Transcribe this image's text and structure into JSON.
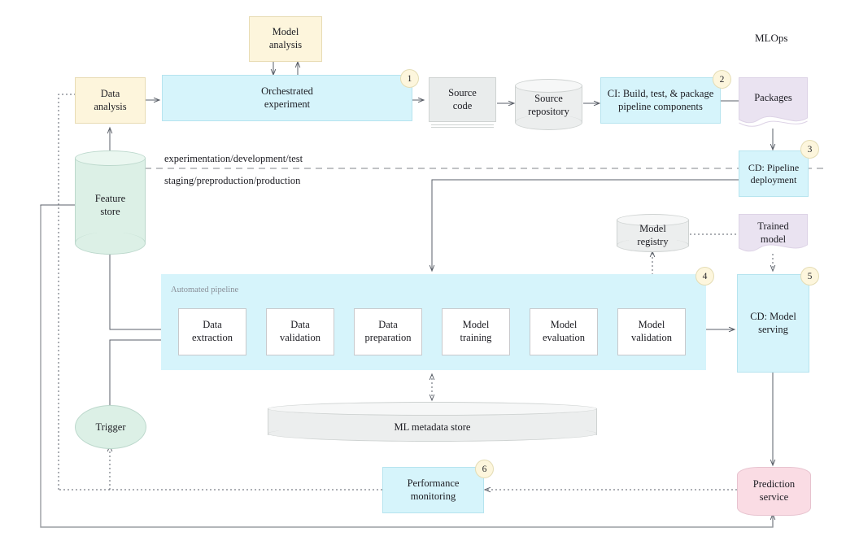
{
  "diagram": {
    "title": "MLOps",
    "swimlanes": [
      {
        "label": "experimentation/development/test"
      },
      {
        "label": "staging/preproduction/production"
      }
    ],
    "pipeline_group_label": "Automated pipeline",
    "badges": [
      "1",
      "2",
      "3",
      "4",
      "5",
      "6"
    ],
    "colors": {
      "cyan": "#d6f4fb",
      "cream": "#fdf5dc",
      "lavender": "#eae3f1",
      "mint": "#dcf0e6",
      "pink": "#fadce4",
      "gray": "#e9ecec",
      "line": "#5a5f68",
      "badge": "#fdf6dd"
    },
    "nodes": {
      "data_analysis": "Data\nanalysis",
      "model_analysis": "Model\nanalysis",
      "orchestrated_experiment": "Orchestrated\nexperiment",
      "source_code": "Source\ncode",
      "source_repository": "Source\nrepository",
      "ci_build": "CI: Build, test, & package\npipeline components",
      "packages": "Packages",
      "cd_pipeline_deployment": "CD: Pipeline\ndeployment",
      "feature_store": "Feature\nstore",
      "model_registry": "Model\nregistry",
      "trained_model": "Trained\nmodel",
      "cd_model_serving": "CD: Model\nserving",
      "ml_metadata_store": "ML metadata store",
      "trigger": "Trigger",
      "performance_monitoring": "Performance\nmonitoring",
      "prediction_service": "Prediction\nservice"
    },
    "pipeline_steps": [
      {
        "label": "Data\nextraction"
      },
      {
        "label": "Data\nvalidation"
      },
      {
        "label": "Data\npreparation"
      },
      {
        "label": "Model\ntraining"
      },
      {
        "label": "Model\nevaluation"
      },
      {
        "label": "Model\nvalidation"
      }
    ]
  }
}
